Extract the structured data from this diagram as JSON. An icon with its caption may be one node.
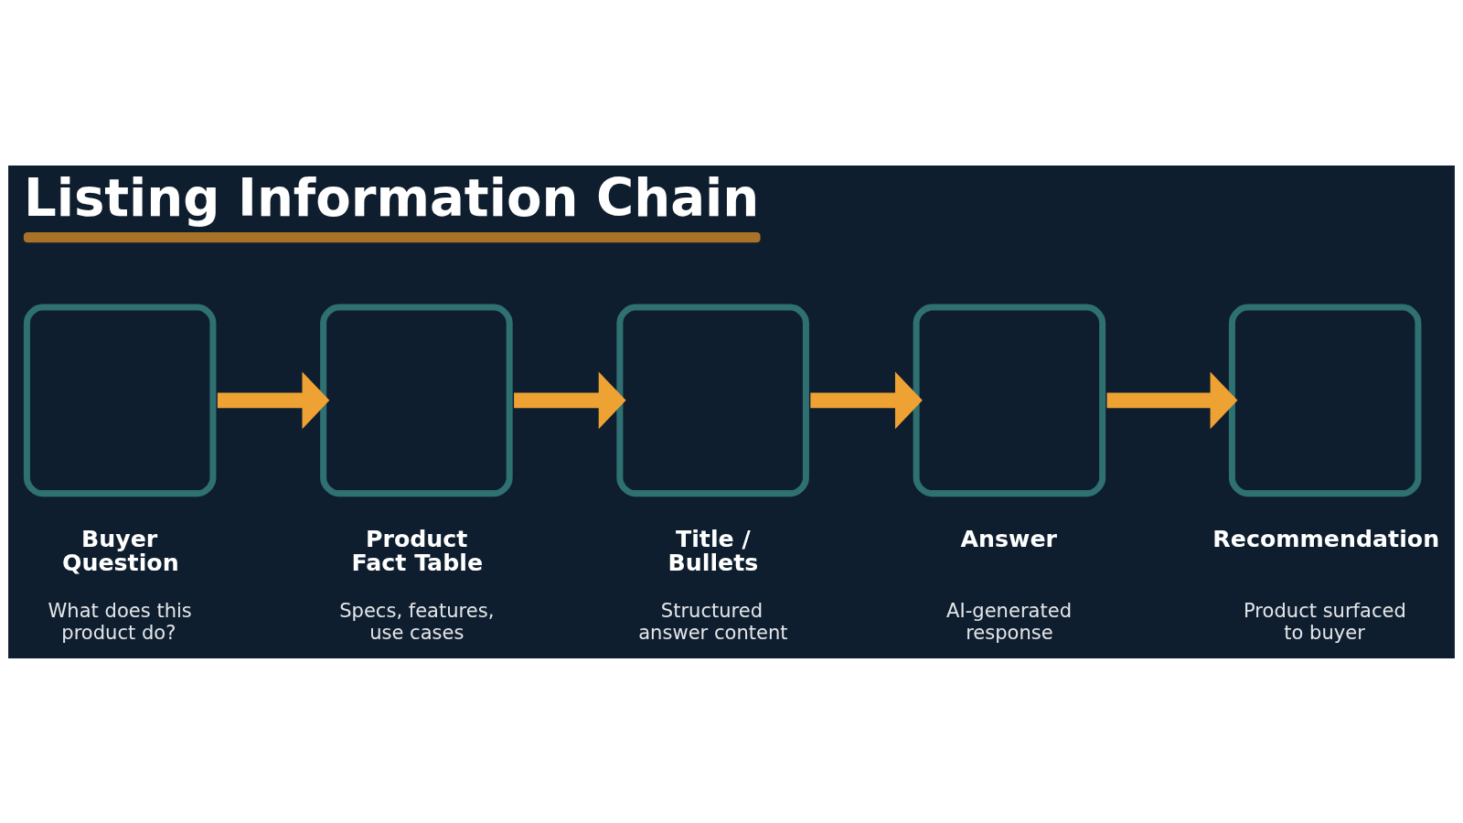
{
  "diagram": {
    "title": "Listing Information Chain",
    "nodes": [
      {
        "text": [
          "Buyer Question",
          "What does this product do?"
        ]
      },
      {
        "text": [
          "Product Fact Table",
          "Specs, features, use cases"
        ]
      },
      {
        "text": [
          "Title / Bullets",
          "Structured answer content"
        ]
      },
      {
        "text": [
          "Answer",
          "AI-generated response"
        ]
      },
      {
        "text": [
          "Recommendation",
          "Product surfaced to buyer"
        ]
      }
    ],
    "edges": [
      {
        "from": 0,
        "to": 1,
        "arrow": "to"
      },
      {
        "from": 1,
        "to": 2,
        "arrow": "to"
      },
      {
        "from": 2,
        "to": 3,
        "arrow": "to"
      },
      {
        "from": 3,
        "to": 4,
        "arrow": "to"
      }
    ]
  }
}
